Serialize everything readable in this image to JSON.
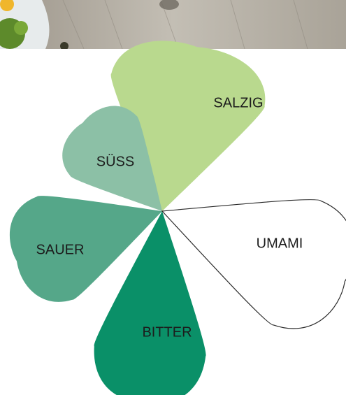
{
  "photo": {
    "wood_color": "#b7b1a6",
    "wood_dark": "#8f897f"
  },
  "petals": [
    {
      "label": "SALZIG",
      "color": "#b9d98e",
      "stroke": "none"
    },
    {
      "label": "SÜSS",
      "color": "#8cc0a6",
      "stroke": "none"
    },
    {
      "label": "SAUER",
      "color": "#55a789",
      "stroke": "none"
    },
    {
      "label": "BITTER",
      "color": "#0a9068",
      "stroke": "none"
    },
    {
      "label": "UMAMI",
      "color": "#ffffff",
      "stroke": "#2a2a2a"
    }
  ]
}
